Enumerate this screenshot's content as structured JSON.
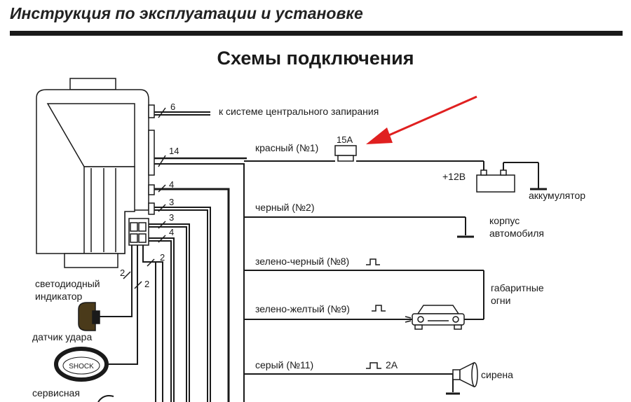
{
  "header": {
    "title": "Инструкция по эксплуатации и установке"
  },
  "page": {
    "title": "Схемы подключения"
  },
  "wire_counts": [
    "6",
    "14",
    "4",
    "3",
    "3",
    "4",
    "2",
    "2",
    "2"
  ],
  "wires": {
    "central_locking": "к системе центрального запирания",
    "red": "красный (№1)",
    "black": "черный (№2)",
    "green_black": "зелено-черный (№8)",
    "green_yellow": "зелено-желтый (№9)",
    "gray": "серый (№11)"
  },
  "fuse": {
    "label": "15A"
  },
  "battery": {
    "voltage": "+12В",
    "label": "аккумулятор"
  },
  "ground": {
    "line1": "корпус",
    "line2": "автомобиля"
  },
  "parking_lights": {
    "line1": "габаритные",
    "line2": "огни"
  },
  "siren": {
    "current": "2A",
    "label": "сирена"
  },
  "led": {
    "line1": "светодиодный",
    "line2": "индикатор"
  },
  "shock_sensor": {
    "label": "датчик удара",
    "button_text": "SHOCK"
  },
  "service_button": {
    "label": "сервисная"
  },
  "colors": {
    "line": "#1a1a1a",
    "arrow": "#e02020"
  }
}
